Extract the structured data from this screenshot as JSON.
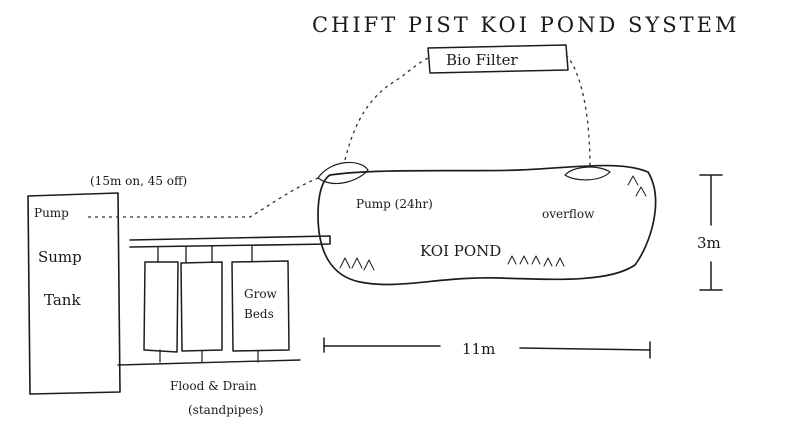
{
  "diagram": {
    "title": "CHIFT PIST KOI POND SYSTEM",
    "bio_filter": "Bio Filter",
    "pump_schedule": "(15m on, 45 off)",
    "sump_pump": "Pump",
    "sump_tank": [
      "Sump",
      "Tank"
    ],
    "grow_beds": [
      "Grow",
      "Beds"
    ],
    "grow_bed_note": [
      "Flood & Drain",
      "(standpipes)"
    ],
    "pond_pump": "Pump (24hr)",
    "overflow": "overflow",
    "koi_pond": "KOI POND",
    "length": "11m",
    "width": "3m"
  }
}
